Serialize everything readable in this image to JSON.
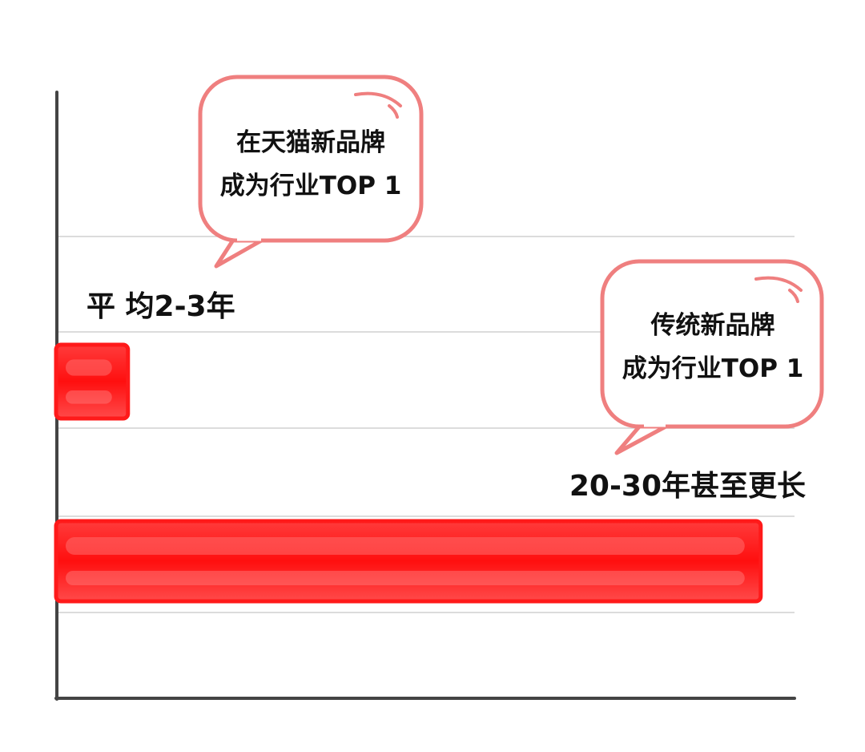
{
  "chart_data": {
    "type": "bar",
    "orientation": "horizontal",
    "categories": [
      "天猫新品牌",
      "传统新品牌"
    ],
    "values": [
      2.5,
      25
    ],
    "value_labels": [
      "平 均2-3年",
      "20-30年甚至更长"
    ],
    "xlim": [
      0,
      27
    ],
    "title": "",
    "xlabel": "",
    "ylabel": "",
    "grid": true,
    "annotations": [
      {
        "bar": 0,
        "lines": [
          "在天猫新品牌",
          "成为行业TOP 1"
        ]
      },
      {
        "bar": 1,
        "lines": [
          "传统新品牌",
          "成为行业TOP 1"
        ]
      }
    ],
    "colors": {
      "bar": "#ff1a1a",
      "bubble_stroke": "#ef7f7f",
      "axis": "#444444",
      "grid": "#d0d0d0",
      "text": "#111111"
    }
  }
}
